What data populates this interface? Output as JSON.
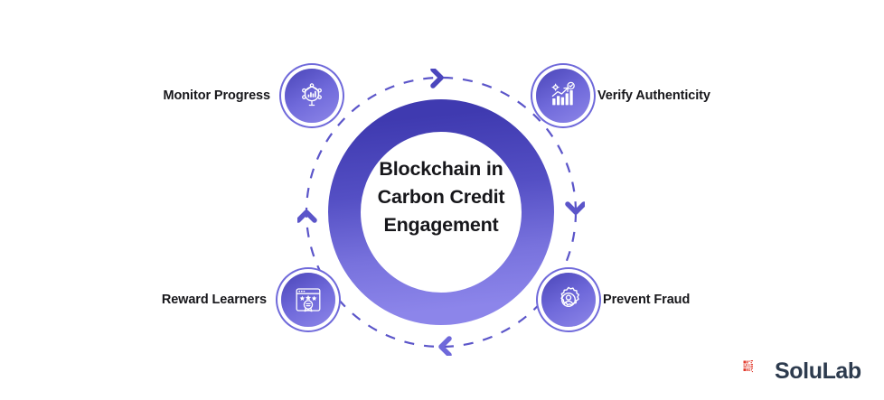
{
  "diagram": {
    "center": {
      "line1": "Blockchain in",
      "line2": "Carbon Credit",
      "line3": "Engagement"
    },
    "nodes": [
      {
        "id": "monitor-progress",
        "label": "Monitor Progress",
        "icon": "magnifier-bar-chart-network-icon",
        "position": "top-left"
      },
      {
        "id": "verify-authenticity",
        "label": "Verify Authenticity",
        "icon": "bar-chart-growth-check-gear-icon",
        "position": "top-right"
      },
      {
        "id": "reward-learners",
        "label": "Reward Learners",
        "icon": "browser-stars-badge-icon",
        "position": "bottom-left"
      },
      {
        "id": "prevent-fraud",
        "label": "Prevent Fraud",
        "icon": "gear-user-icon",
        "position": "bottom-right"
      }
    ],
    "flow_arrows": [
      {
        "id": "arrow-top",
        "direction": "right"
      },
      {
        "id": "arrow-right",
        "direction": "down"
      },
      {
        "id": "arrow-bottom",
        "direction": "left"
      },
      {
        "id": "arrow-left",
        "direction": "up"
      }
    ],
    "colors": {
      "ring_gradient_start": "#3f3ab0",
      "ring_gradient_end": "#8c85ea",
      "node_gradient_start": "#4a45b8",
      "node_gradient_end": "#8d86e8",
      "orbit_dash": "#5b55c9",
      "text": "#17171b",
      "background": "#ffffff"
    }
  },
  "brand": {
    "name": "SoluLab",
    "mark_color": "#e23b2e",
    "text_color": "#2d3b4e"
  }
}
